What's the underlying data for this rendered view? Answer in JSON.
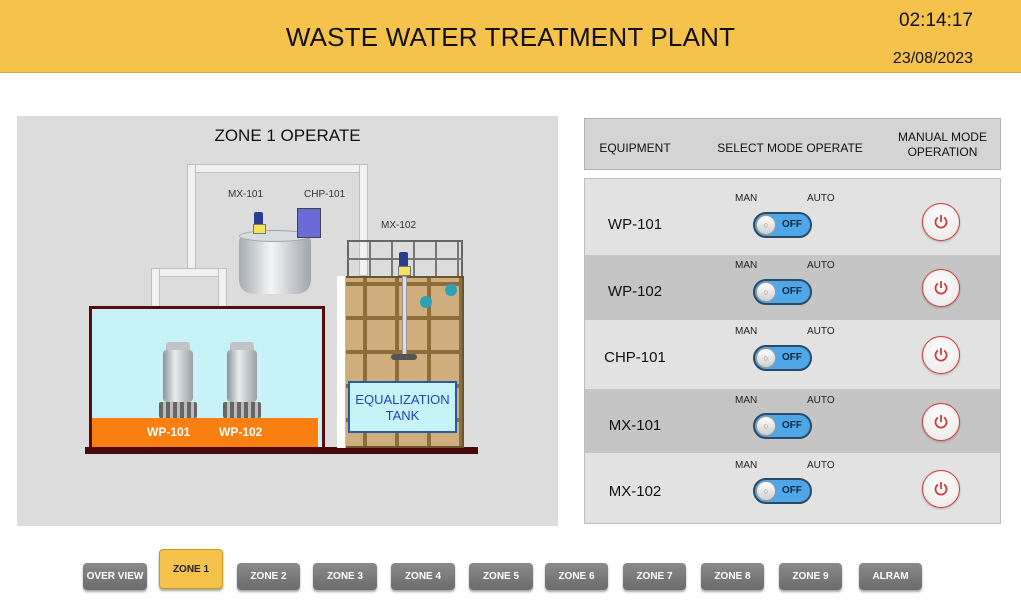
{
  "header": {
    "title": "WASTE WATER TREATMENT PLANT",
    "time": "02:14:17",
    "date": "23/08/2023"
  },
  "process": {
    "zone_title": "ZONE 1 OPERATE",
    "tags": {
      "mx101": "MX-101",
      "chp101": "CHP-101",
      "mx102": "MX-102"
    },
    "pumps": [
      "WP-101",
      "WP-102"
    ],
    "eq_tank": {
      "line1": "EQUALIZATION",
      "line2": "TANK"
    }
  },
  "table": {
    "headers": {
      "equipment": "EQUIPMENT",
      "select_mode": "SELECT MODE OPERATE",
      "manual_line1": "MANUAL MODE",
      "manual_line2": "OPERATION"
    },
    "man_label": "MAN",
    "auto_label": "AUTO",
    "rows": [
      {
        "name": "WP-101",
        "switch": "OFF",
        "knob": "○"
      },
      {
        "name": "WP-102",
        "switch": "OFF",
        "knob": "○"
      },
      {
        "name": "CHP-101",
        "switch": "OFF",
        "knob": "○"
      },
      {
        "name": "MX-101",
        "switch": "OFF",
        "knob": "○"
      },
      {
        "name": "MX-102",
        "switch": "OFF",
        "knob": "○"
      }
    ],
    "row_colors": [
      "#e2e2e2",
      "#c5c5c5",
      "#e2e2e2",
      "#c5c5c5",
      "#e2e2e2"
    ]
  },
  "nav": [
    "OVER VIEW",
    "ZONE 1",
    "ZONE 2",
    "ZONE 3",
    "ZONE 4",
    "ZONE 5",
    "ZONE 6",
    "ZONE 7",
    "ZONE 8",
    "ZONE 9",
    "ALRAM"
  ],
  "nav_active": "ZONE 1",
  "colors": {
    "header": "#f5c24c",
    "water": "#c6f2f8",
    "sludge": "#fa7f11",
    "toggle": "#4fa7e8",
    "power": "#d23a3a"
  }
}
